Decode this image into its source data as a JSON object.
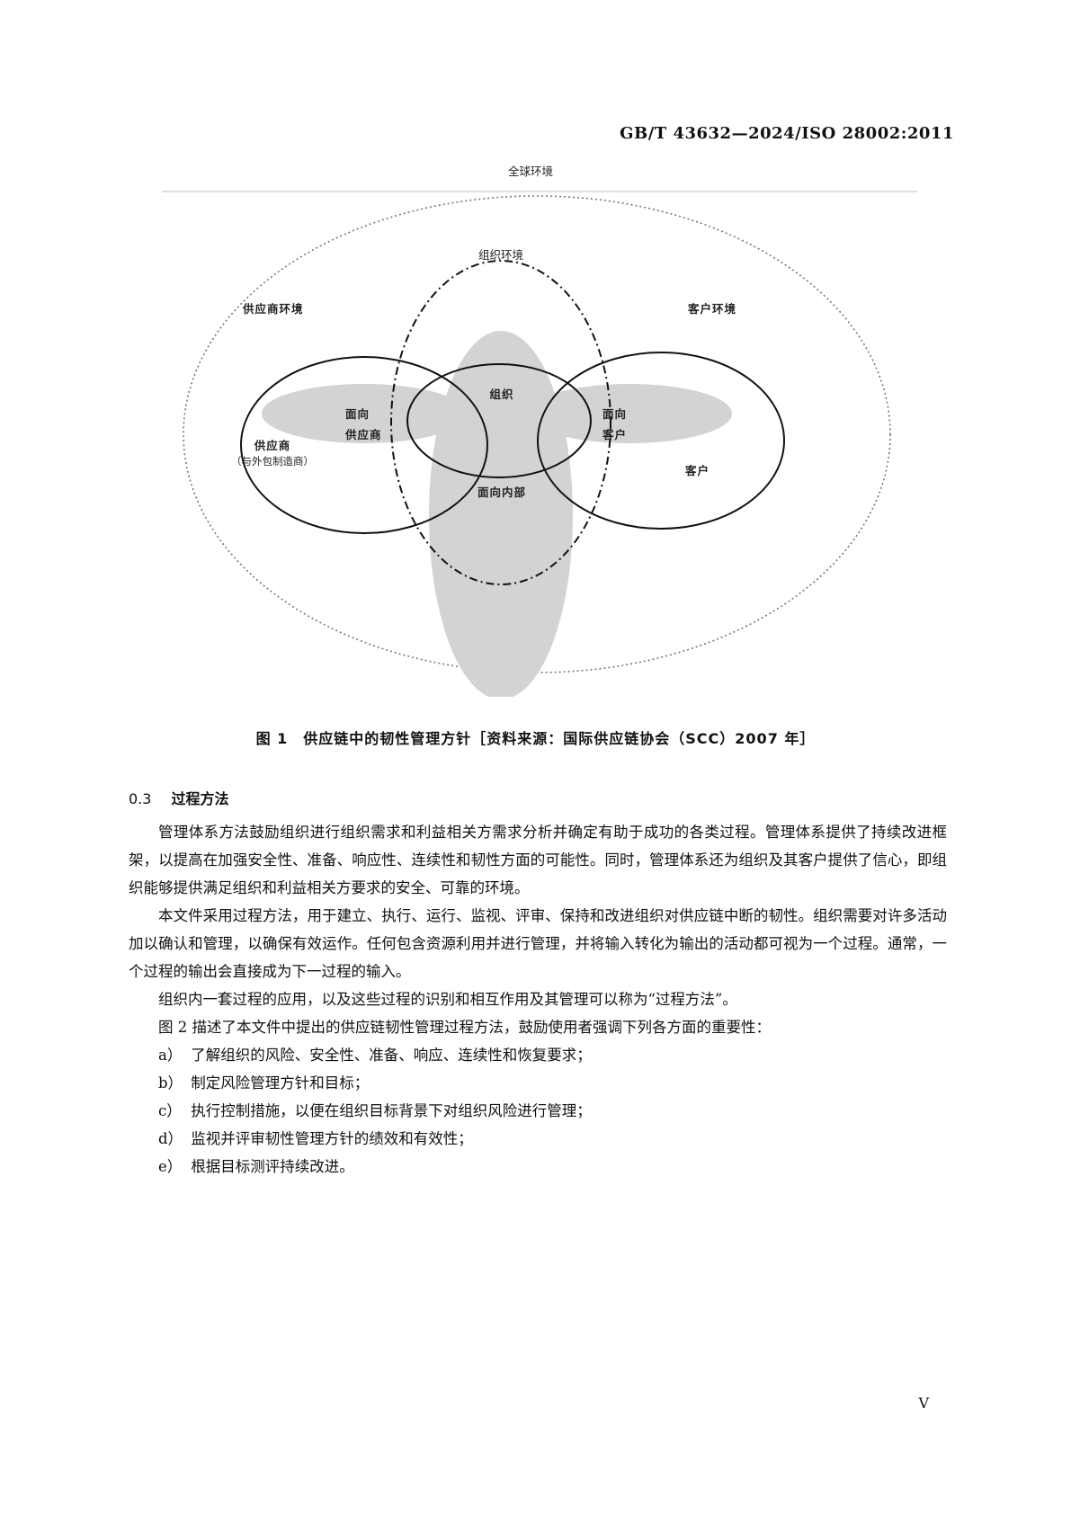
{
  "header": {
    "standard_code": "GB/T 43632—2024/ISO 28002:2011"
  },
  "figure": {
    "labels": {
      "global_env": "全球环境",
      "org_env": "组织环境",
      "supplier_env": "供应商环境",
      "customer_env": "客户环境",
      "organization": "组织",
      "supplier_facing_line1": "面向",
      "supplier_facing_line2": "供应商",
      "customer_facing_line1": "面向",
      "customer_facing_line2": "客户",
      "supplier": "供应商",
      "supplier_note": "（与外包制造商）",
      "customer": "客户",
      "internal_facing": "面向内部"
    },
    "caption": "图 1　供应链中的韧性管理方针［资料来源：国际供应链协会（SCC）2007 年］"
  },
  "section": {
    "number": "0.3",
    "title": "过程方法",
    "paragraphs": [
      "管理体系方法鼓励组织进行组织需求和利益相关方需求分析并确定有助于成功的各类过程。管理体系提供了持续改进框架，以提高在加强安全性、准备、响应性、连续性和韧性方面的可能性。同时，管理体系还为组织及其客户提供了信心，即组织能够提供满足组织和利益相关方要求的安全、可靠的环境。",
      "本文件采用过程方法，用于建立、执行、运行、监视、评审、保持和改进组织对供应链中断的韧性。组织需要对许多活动加以确认和管理，以确保有效运作。任何包含资源利用并进行管理，并将输入转化为输出的活动都可视为一个过程。通常，一个过程的输出会直接成为下一过程的输入。",
      "组织内一套过程的应用，以及这些过程的识别和相互作用及其管理可以称为“过程方法”。",
      "图 2 描述了本文件中提出的供应链韧性管理过程方法，鼓励使用者强调下列各方面的重要性："
    ],
    "list": [
      {
        "marker": "a）",
        "text": "了解组织的风险、安全性、准备、响应、连续性和恢复要求；"
      },
      {
        "marker": "b）",
        "text": "制定风险管理方针和目标；"
      },
      {
        "marker": "c）",
        "text": "执行控制措施，以便在组织目标背景下对组织风险进行管理；"
      },
      {
        "marker": "d）",
        "text": "监视并评审韧性管理方针的绩效和有效性；"
      },
      {
        "marker": "e）",
        "text": "根据目标测评持续改进。"
      }
    ]
  },
  "footer": {
    "page_number": "V"
  },
  "colors": {
    "shade": "#d3d3d3",
    "line": "#111111",
    "dotted": "#777777"
  }
}
